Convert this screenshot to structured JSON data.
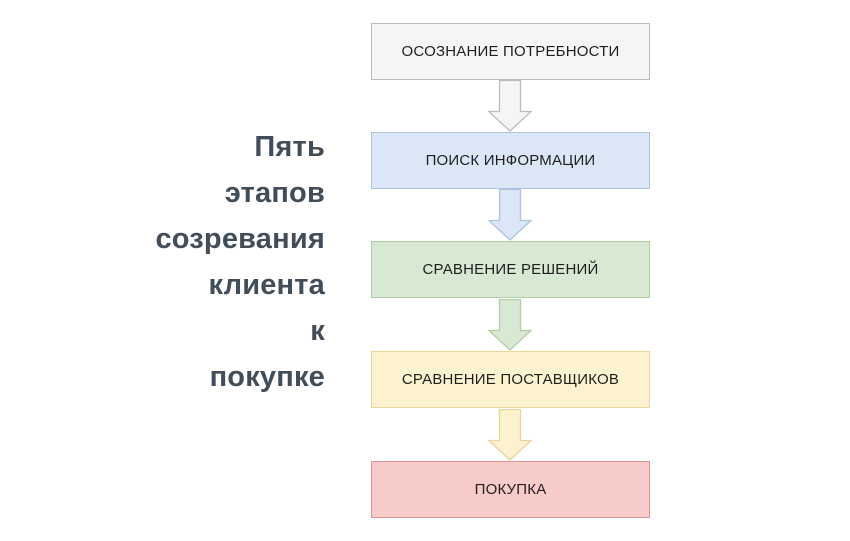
{
  "title": {
    "lines": [
      "Пять",
      "этапов",
      "созревания",
      "клиента",
      "к",
      "покупке"
    ],
    "color": "#414d59"
  },
  "diagram": {
    "background": "#ffffff",
    "label_color": "#1f1f1f",
    "stages": [
      {
        "label": "ОСОЗНАНИЕ ПОТРЕБНОСТИ",
        "fill": "#f5f5f5",
        "border": "#bcbcbc"
      },
      {
        "label": "ПОИСК ИНФОРМАЦИИ",
        "fill": "#dbe6f6",
        "border": "#aec3de"
      },
      {
        "label": "СРАВНЕНИЕ РЕШЕНИЙ",
        "fill": "#d7e9d2",
        "border": "#aecfa4"
      },
      {
        "label": "СРАВНЕНИЕ ПОСТАВЩИКОВ",
        "fill": "#fdf2cf",
        "border": "#e9d49a"
      },
      {
        "label": "ПОКУПКА",
        "fill": "#f7cbc9",
        "border": "#d99694"
      }
    ]
  }
}
